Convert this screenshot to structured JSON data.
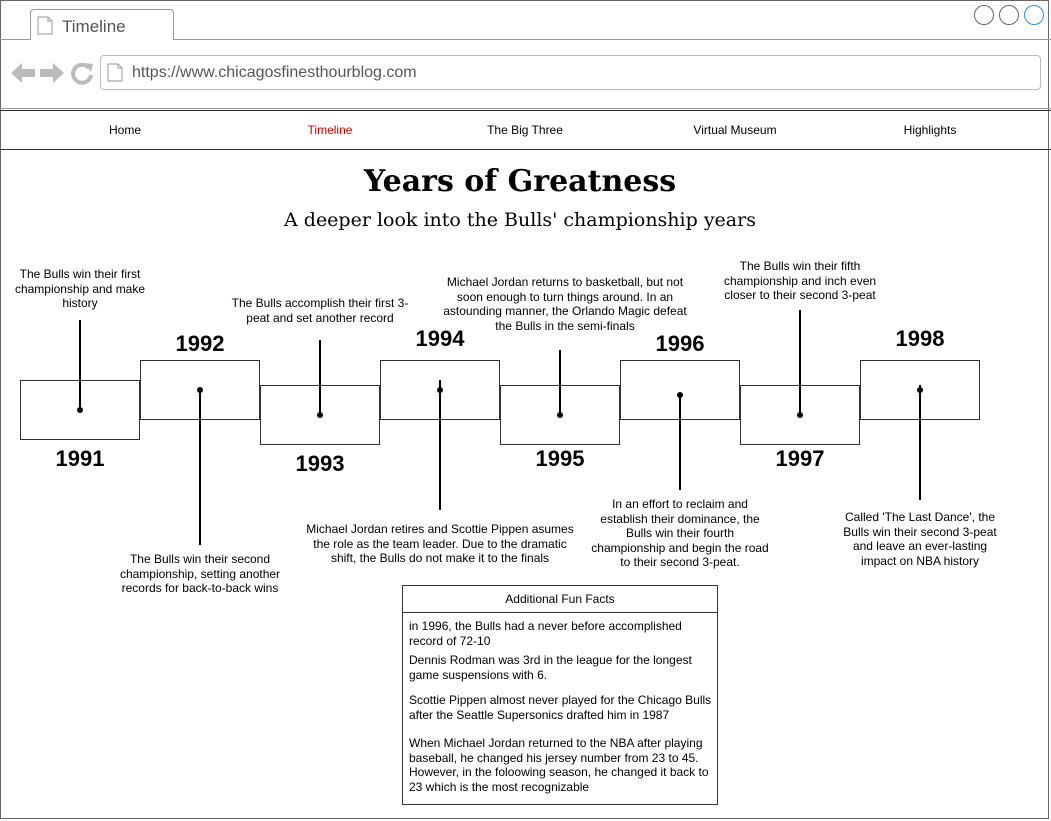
{
  "browser": {
    "tab_title": "Timeline",
    "url": "https://www.chicagosfinesthourblog.com",
    "icons": [
      "page-icon",
      "back-arrow-icon",
      "forward-arrow-icon",
      "reload-icon",
      "window-circle-icon"
    ]
  },
  "nav": {
    "items": [
      {
        "label": "Home",
        "active": false
      },
      {
        "label": "Timeline",
        "active": true
      },
      {
        "label": "The Big Three",
        "active": false
      },
      {
        "label": "Virtual Museum",
        "active": false
      },
      {
        "label": "Highlights",
        "active": false
      }
    ],
    "active_color": "#cc0000"
  },
  "header": {
    "title": "Years of Greatness",
    "subtitle": "A deeper look into the Bulls' championship years"
  },
  "timeline": [
    {
      "year": "1991",
      "note": "The Bulls win their first championship and make history"
    },
    {
      "year": "1992",
      "note": "The Bulls win their second championship, setting another records for back-to-back wins"
    },
    {
      "year": "1993",
      "note": "The Bulls accomplish their first 3-peat and set another record"
    },
    {
      "year": "1994",
      "note": "Michael Jordan retires and Scottie Pippen asumes the role as the team leader. Due to the dramatic shift, the Bulls do not make it to the finals"
    },
    {
      "year": "1995",
      "note": "Michael Jordan returns to basketball, but not soon enough to turn things around. In an astounding manner, the Orlando Magic defeat the Bulls in the semi-finals"
    },
    {
      "year": "1996",
      "note": "In an effort to reclaim and establish their dominance, the Bulls win their fourth championship and begin the road to their second 3-peat."
    },
    {
      "year": "1997",
      "note": "The Bulls win their fifth championship and inch even closer to their second 3-peat"
    },
    {
      "year": "1998",
      "note": "Called 'The Last Dance', the Bulls win their second 3-peat and leave an ever-lasting impact on NBA history"
    }
  ],
  "fun_facts": {
    "title": "Additional Fun Facts",
    "items": [
      "in 1996, the Bulls had a never before accomplished record of 72-10",
      "Dennis Rodman was 3rd in the league for the longest game suspensions with 6.",
      "Scottie Pippen almost never played for the Chicago Bulls after the Seattle Supersonics drafted him in 1987",
      "When Michael Jordan returned to the NBA after playing baseball, he changed his jersey number from 23 to 45. However, in the foloowing season, he changed it back to 23 which is the most recognizable"
    ]
  }
}
